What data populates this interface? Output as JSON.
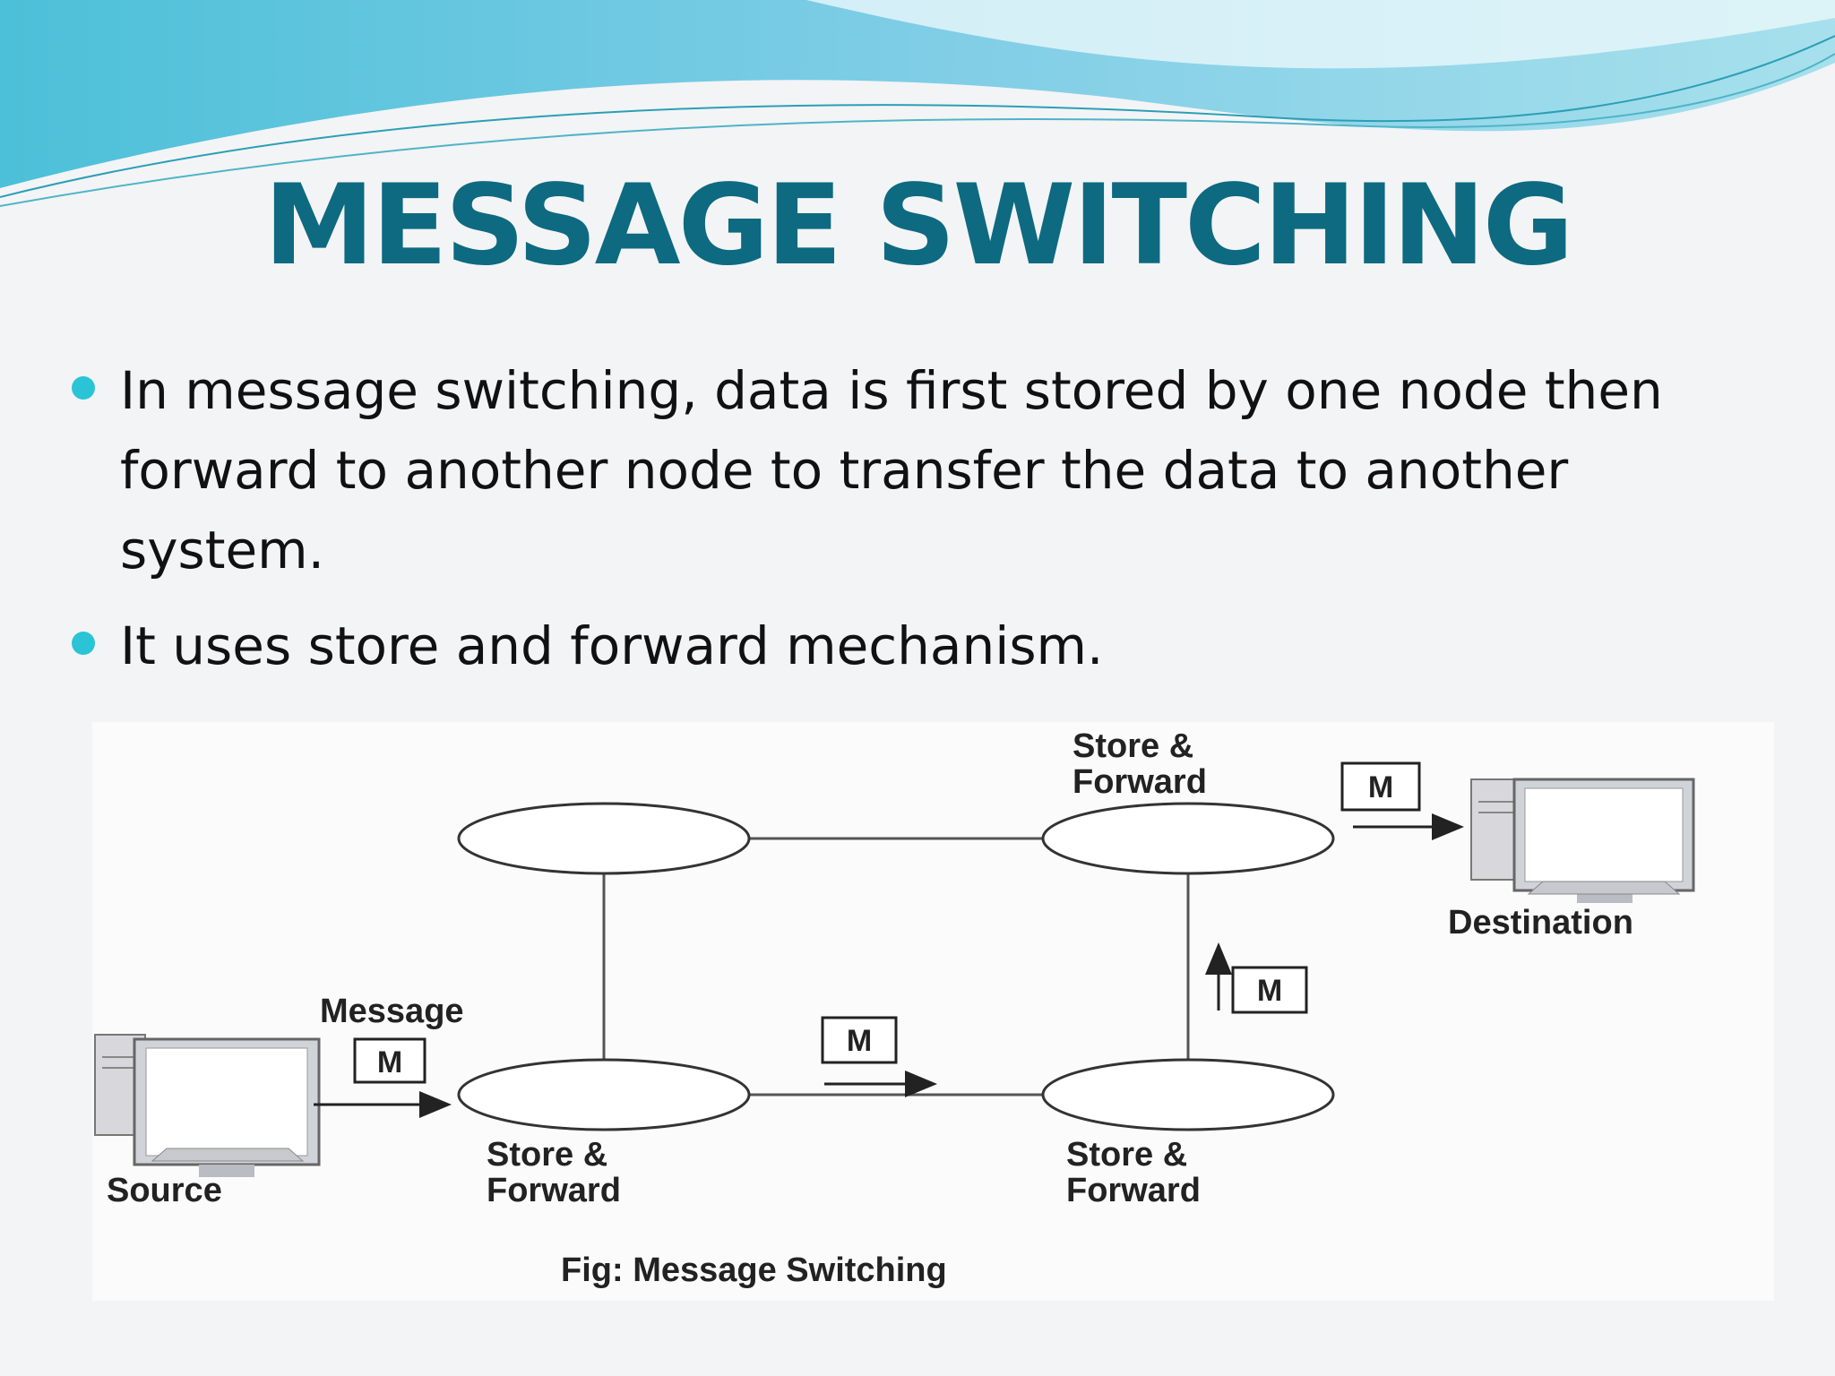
{
  "slide": {
    "title": "MESSAGE SWITCHING",
    "bullets": [
      "In message switching, data is first stored by one node then forward to another node to transfer the data to another system.",
      "It uses store and forward mechanism."
    ],
    "colors": {
      "title": "#0d6a80",
      "bullet": "#2bc4d6",
      "wave": "#5bc6da"
    }
  },
  "diagram": {
    "node_label_line1": "Store &",
    "node_label_line2": "Forward",
    "message_label": "Message",
    "packet_label": "M",
    "source_label": "Source",
    "destination_label": "Destination",
    "caption": "Fig: Message Switching",
    "icons": [
      "computer-icon",
      "computer-icon"
    ]
  }
}
